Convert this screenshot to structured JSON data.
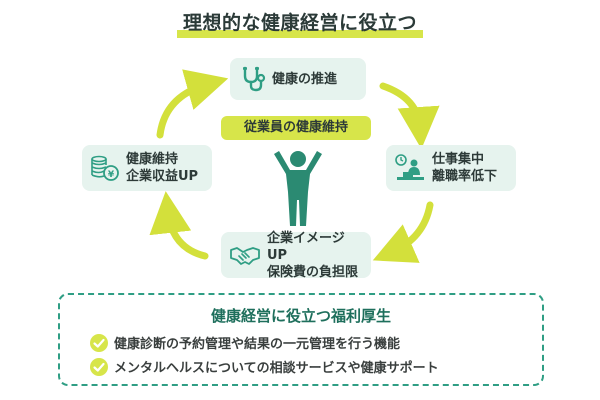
{
  "title": "理想的な健康経営に役立つ",
  "center": {
    "label": "従業員の健康維持"
  },
  "nodes": {
    "top": {
      "lines": [
        "健康の推進"
      ],
      "icon": "stethoscope-icon"
    },
    "right": {
      "lines": [
        "仕事集中",
        "離職率低下"
      ],
      "icon": "office-worker-icon"
    },
    "bottom": {
      "lines": [
        "企業イメージUP",
        "保険費の負担限"
      ],
      "icon": "handshake-icon"
    },
    "left": {
      "lines": [
        "健康維持",
        "企業収益UP"
      ],
      "icon": "coin-stack-icon"
    }
  },
  "panel": {
    "title": "健康経営に役立つ福利厚生",
    "items": [
      "健康診断の予約管理や結果の一元管理を行う機能",
      "メンタルヘルスについての相談サービスや健康サポート"
    ]
  },
  "colors": {
    "accent_lime": "#d7e54a",
    "node_bg": "#e6f3ee",
    "teal": "#2f9e84",
    "figure": "#2b8a72",
    "arrow": "#d3e03b"
  }
}
